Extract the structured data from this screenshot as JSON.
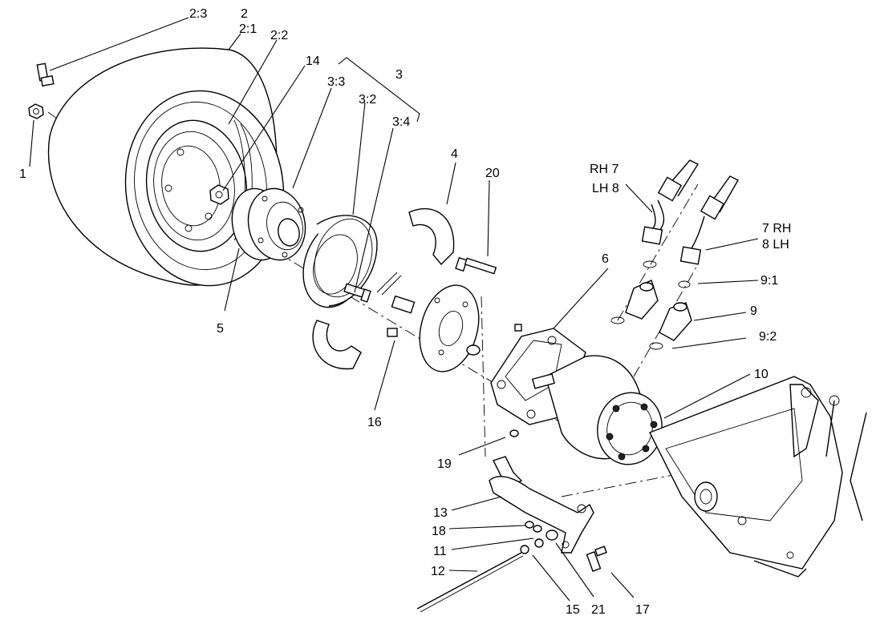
{
  "labels": {
    "l1": "1",
    "l2": "2",
    "l2_1": "2:1",
    "l2_2": "2:2",
    "l2_3": "2:3",
    "l3": "3",
    "l3_2": "3:2",
    "l3_3": "3:3",
    "l3_4": "3:4",
    "l4": "4",
    "l5": "5",
    "l6": "6",
    "l7rh": "7 RH",
    "l8lh": "8 LH",
    "rh7": "RH 7",
    "lh8": "LH 8",
    "l9": "9",
    "l9_1": "9:1",
    "l9_2": "9:2",
    "l10": "10",
    "l11": "11",
    "l12": "12",
    "l13": "13",
    "l14": "14",
    "l15": "15",
    "l16": "16",
    "l17": "17",
    "l18": "18",
    "l19": "19",
    "l20": "20",
    "l21": "21"
  }
}
